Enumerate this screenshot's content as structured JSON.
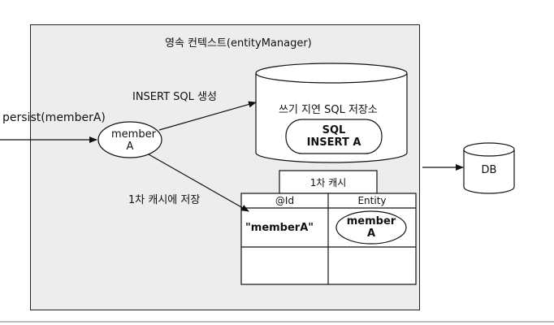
{
  "context_title": "영속 컨텍스트(entityManager)",
  "persist_call": "persist(memberA)",
  "entity_label": [
    "member",
    "A"
  ],
  "insert_label": "INSERT SQL 생성",
  "cache_store_label": "1차 캐시에 저장",
  "write_store_title": "쓰기 지연 SQL 저장소",
  "sql_block": [
    "SQL",
    "INSERT A"
  ],
  "cache_title": "1차 캐시",
  "cache_table": {
    "columns": [
      "@Id",
      "Entity"
    ],
    "rows": [
      {
        "id": "\"memberA\"",
        "entity": [
          "member",
          "A"
        ]
      },
      {
        "id": "",
        "entity": []
      }
    ]
  },
  "db_label": "DB"
}
